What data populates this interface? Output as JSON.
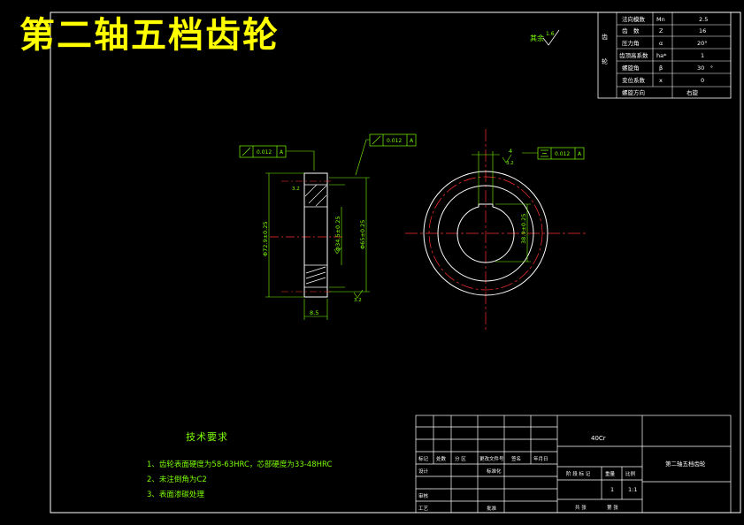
{
  "title": "第二轴五档齿轮",
  "roughness_note": {
    "label": "其余",
    "value": "1.6"
  },
  "params_table": {
    "side_label": [
      "齿",
      "轮"
    ],
    "rows": [
      {
        "name": "法向模数",
        "symbol": "Mn",
        "value": "2.5"
      },
      {
        "name": "齿　数",
        "symbol": "Z",
        "value": "16"
      },
      {
        "name": "压力角",
        "symbol": "α",
        "value": "20°"
      },
      {
        "name": "齿顶高系数",
        "symbol": "ha*",
        "value": "1"
      },
      {
        "name": "螺旋角",
        "symbol": "β",
        "value": "30　°"
      },
      {
        "name": "变位系数",
        "symbol": "x",
        "value": "0"
      },
      {
        "name": "螺旋方向",
        "symbol": "",
        "value": "右旋"
      }
    ]
  },
  "annotations": {
    "tol_left": {
      "value": "0.012",
      "datum": "A"
    },
    "tol_mid": {
      "value": "0.012",
      "datum": "A"
    },
    "tol_right": {
      "value": "0.012",
      "datum": "A"
    },
    "keyway_dim": "4",
    "dim_tip_dia": "Φ72.9±0.25",
    "dim_bore_dia": "Φ34.5±0.25",
    "dim_width_dia": "Φ65±0.25",
    "dim_face_width": "8.5",
    "dim_key_depth": "38.9±0.25",
    "roughness_face": "3.2",
    "roughness_bottom": "3.2",
    "roughness_bore": "3.2",
    "datum_label": "A"
  },
  "tech_requirements": {
    "title": "技术要求",
    "items": [
      "1、齿轮表面硬度为58-63HRC，芯部硬度为33-48HRC",
      "2、未注倒角为C2",
      "3、表面渗碳处理"
    ]
  },
  "title_block": {
    "material": "40Cr",
    "part_name": "第二轴五档齿轮",
    "header_cells": [
      "标记",
      "处数",
      "分 区",
      "更改文件号",
      "签名",
      "年月日"
    ],
    "row_labels": [
      "设计",
      "审核",
      "工艺"
    ],
    "mid_labels": [
      "标准化",
      "批准"
    ],
    "right_labels": [
      "阶 段 标 记",
      "重量",
      "比例"
    ],
    "qty": "1",
    "scale": "1:1",
    "sheet_labels": [
      "共 张",
      "第 张"
    ]
  }
}
